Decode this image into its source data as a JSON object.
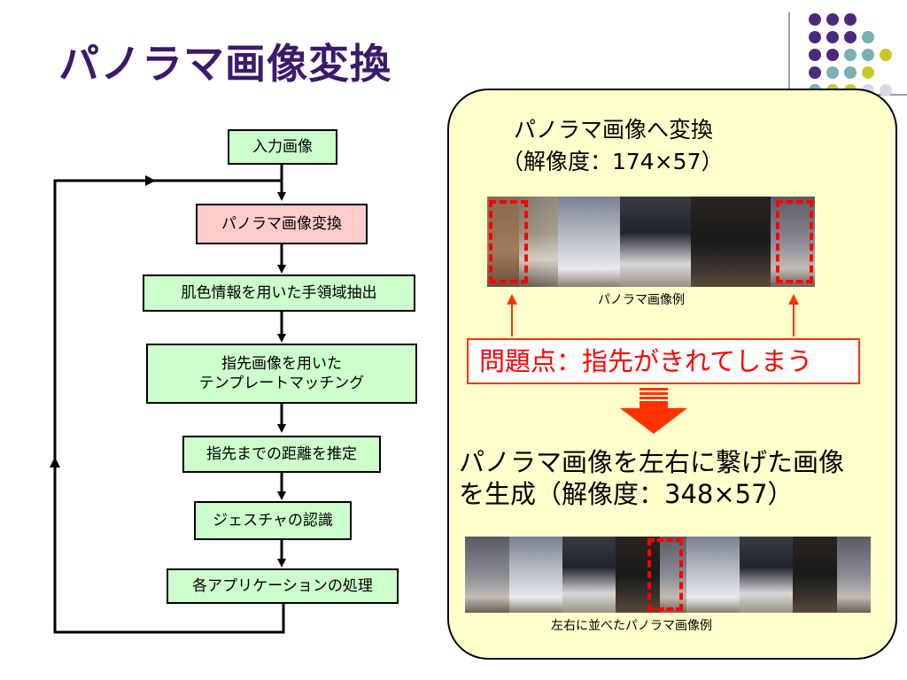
{
  "title": "パノラマ画像変換",
  "flowchart": {
    "steps": [
      "入力画像",
      "パノラマ画像変換",
      "肌色情報を用いた手領域抽出",
      "指先画像を用いた\nテンプレートマッチング",
      "指先までの距離を推定",
      "ジェスチャの認識",
      "各アプリケーションの処理"
    ]
  },
  "panel": {
    "heading1": "パノラマ画像へ変換",
    "heading2": "（解像度：174×57）",
    "caption1": "パノラマ画像例",
    "problem": "問題点：指先がきれてしまう",
    "result1": "パノラマ画像を左右に繋げた画像",
    "result2": "を生成（解像度：348×57）",
    "caption2": "左右に並べたパノラマ画像例"
  },
  "colors": {
    "title": "#3b1a6b",
    "box_green": "#ccffcc",
    "box_pink": "#ffcccc",
    "panel_bg": "#ffffcc",
    "problem_text": "#ff0000",
    "arrow": "#ff3300",
    "dot_purple": "#4b2a7b",
    "dot_teal": "#7ab0b0",
    "dot_yellow": "#c8c828",
    "dot_gray": "#d8d8e8"
  }
}
